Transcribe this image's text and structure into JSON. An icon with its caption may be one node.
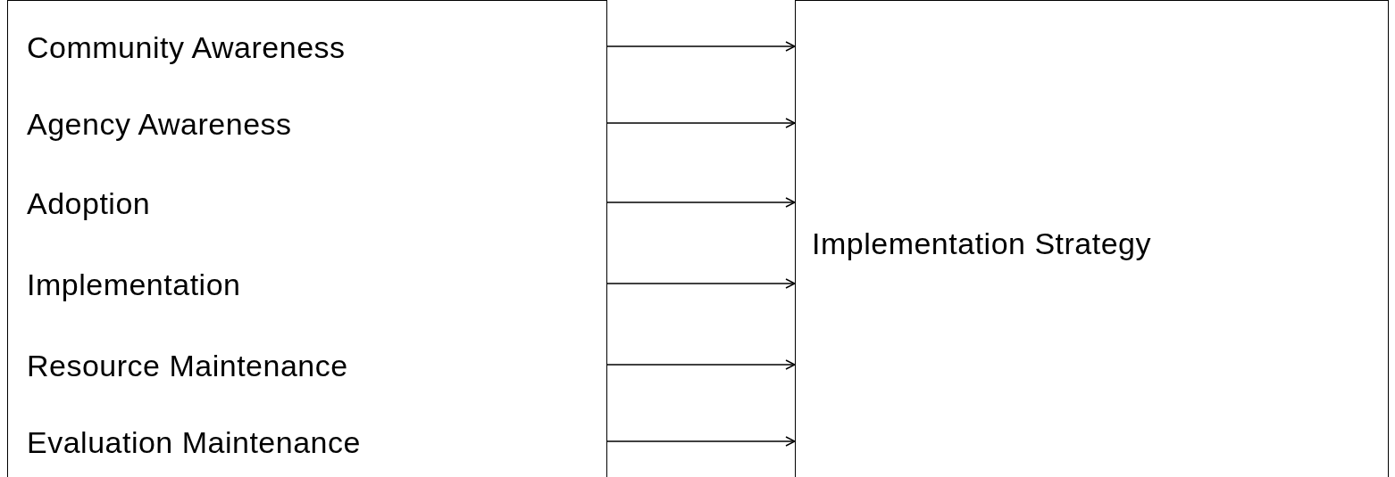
{
  "diagram": {
    "nodes": [
      {
        "text": [],
        "shape": "box"
      },
      {
        "text": [
          "Community Awareness"
        ],
        "in": 0
      },
      {
        "text": [
          "Agency Awareness"
        ],
        "in": 0
      },
      {
        "text": [
          "Adoption"
        ],
        "in": 0
      },
      {
        "text": [
          "Implementation"
        ],
        "in": 0
      },
      {
        "text": [
          "Resource Maintenance"
        ],
        "in": 0
      },
      {
        "text": [
          "Evaluation Maintenance"
        ],
        "in": 0
      },
      {
        "text": [
          "Implementation Strategy"
        ]
      }
    ],
    "edges": [
      {
        "from": 0,
        "to": 7,
        "arrow": "to"
      },
      {
        "from": 0,
        "to": 7,
        "arrow": "to"
      },
      {
        "from": 0,
        "to": 7,
        "arrow": "to"
      },
      {
        "from": 0,
        "to": 7,
        "arrow": "to"
      },
      {
        "from": 0,
        "to": 7,
        "arrow": "to"
      },
      {
        "from": 0,
        "to": 7,
        "arrow": "to"
      }
    ]
  }
}
